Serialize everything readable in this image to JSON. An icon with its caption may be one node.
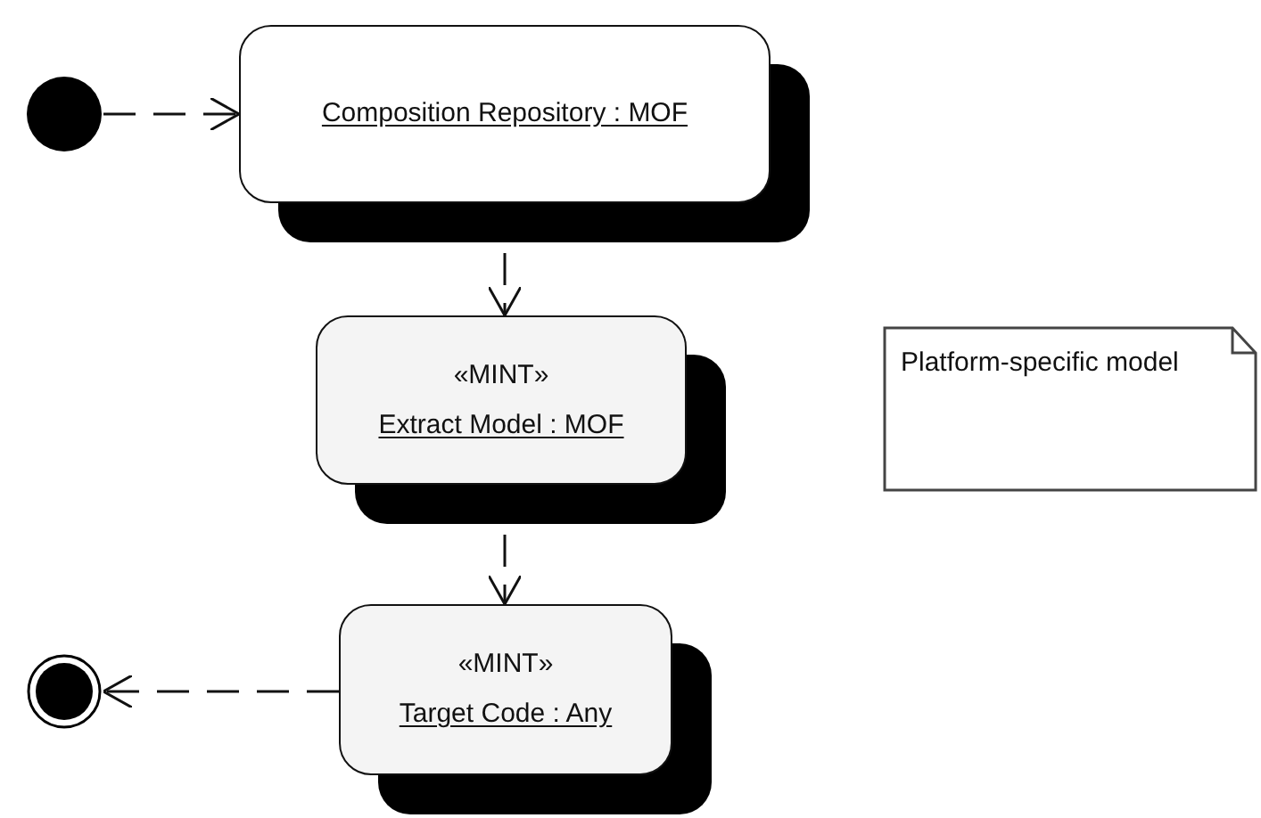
{
  "diagram": {
    "nodes": [
      {
        "text": [],
        "shape": "circle"
      },
      {
        "text": [
          "Composition Repository : MOF"
        ]
      },
      {
        "text": [
          "«MINT»",
          "Extract Model : MOF"
        ]
      },
      {
        "text": [
          "Platform-specific model"
        ]
      },
      {
        "text": [
          "«MINT»",
          "Target Code : Any"
        ]
      },
      {
        "text": [],
        "shape": "circle"
      }
    ],
    "edges": [
      {
        "from": 0,
        "to": 1,
        "arrow": "to",
        "style": "dashed"
      },
      {
        "from": 1,
        "to": 2,
        "arrow": "to",
        "style": "dashed"
      },
      {
        "from": 2,
        "to": 4,
        "arrow": "to",
        "style": "dashed"
      },
      {
        "from": 4,
        "to": 5,
        "arrow": "to",
        "style": "dashed"
      }
    ]
  }
}
